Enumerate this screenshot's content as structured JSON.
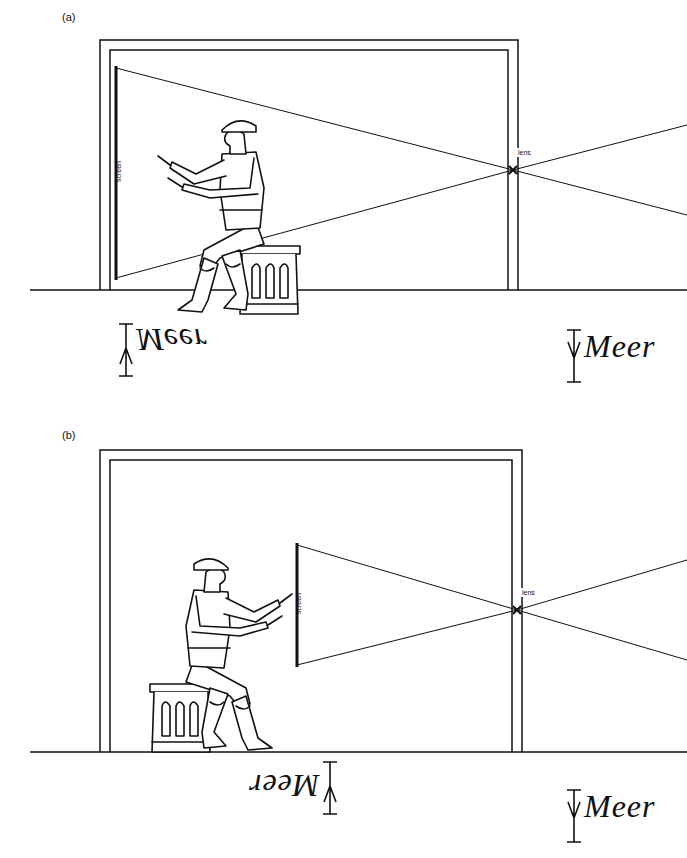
{
  "diagram": {
    "labels": [
      "(a)",
      "screen",
      "lens",
      "Meer",
      "Meer",
      "(b)",
      "screen",
      "lens",
      "Meer",
      "Meer"
    ]
  }
}
